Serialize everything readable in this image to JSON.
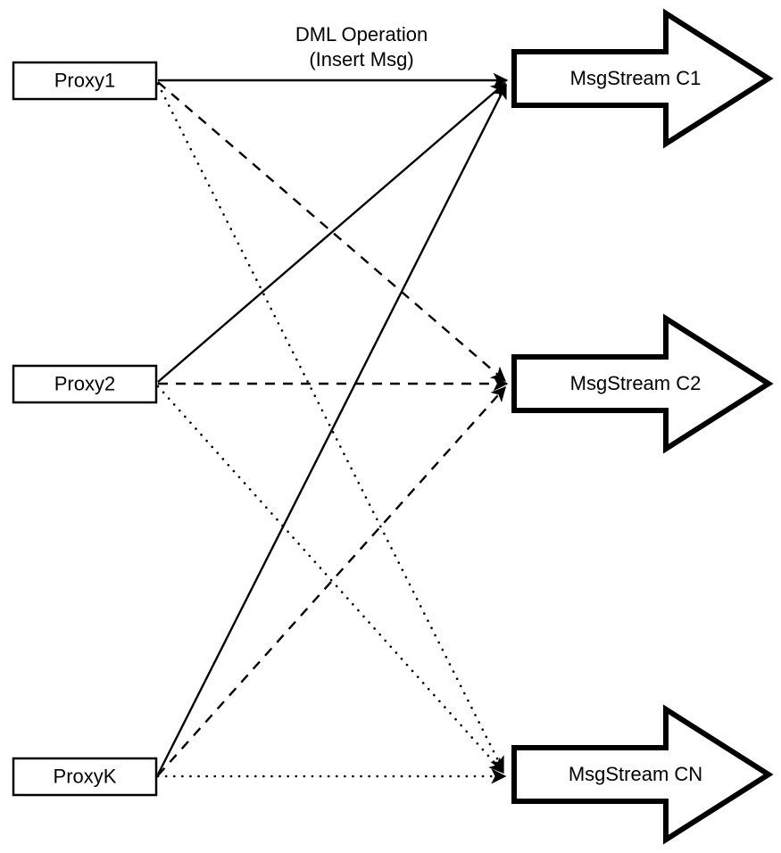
{
  "diagram": {
    "title": "Proxy to MsgStream routing diagram",
    "background_color": "#ffffff",
    "line_color": "#000000",
    "edge_caption": {
      "line1": "DML Operation",
      "line2": "(Insert Msg)"
    },
    "proxies": [
      {
        "id": "proxy1",
        "label": "Proxy1"
      },
      {
        "id": "proxy2",
        "label": "Proxy2"
      },
      {
        "id": "proxyk",
        "label": "ProxyK"
      }
    ],
    "streams": [
      {
        "id": "c1",
        "label": "MsgStream C1",
        "line_style": "solid"
      },
      {
        "id": "c2",
        "label": "MsgStream C2",
        "line_style": "dashed"
      },
      {
        "id": "cn",
        "label": "MsgStream CN",
        "line_style": "dotted"
      }
    ],
    "connections": [
      {
        "from": "Proxy1",
        "to": "MsgStream C1",
        "style": "solid"
      },
      {
        "from": "Proxy1",
        "to": "MsgStream C2",
        "style": "dashed"
      },
      {
        "from": "Proxy1",
        "to": "MsgStream CN",
        "style": "dotted"
      },
      {
        "from": "Proxy2",
        "to": "MsgStream C1",
        "style": "solid"
      },
      {
        "from": "Proxy2",
        "to": "MsgStream C2",
        "style": "dashed"
      },
      {
        "from": "Proxy2",
        "to": "MsgStream CN",
        "style": "dotted"
      },
      {
        "from": "ProxyK",
        "to": "MsgStream C1",
        "style": "solid"
      },
      {
        "from": "ProxyK",
        "to": "MsgStream C2",
        "style": "dashed"
      },
      {
        "from": "ProxyK",
        "to": "MsgStream CN",
        "style": "dotted"
      }
    ]
  }
}
